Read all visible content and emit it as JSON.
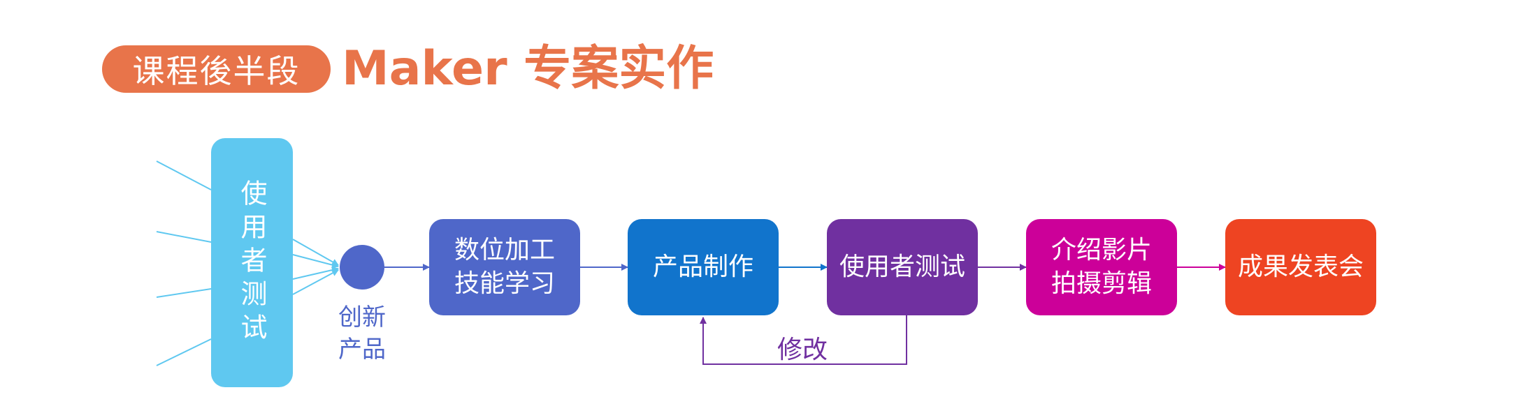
{
  "header": {
    "pill_label": "课程後半段",
    "title": "Maker 专案实作"
  },
  "input_box": {
    "label": "使用者测试",
    "color": "#5fc8f0"
  },
  "node": {
    "label": "创新\n产品",
    "color": "#4f67c9"
  },
  "steps": [
    {
      "label": "数位加工\n技能学习",
      "color": "#4f67c9"
    },
    {
      "label": "产品制作",
      "color": "#1174cc"
    },
    {
      "label": "使用者测试",
      "color": "#7030a0"
    },
    {
      "label": "介绍影片\n拍摄剪辑",
      "color": "#cc0099"
    },
    {
      "label": "成果发表会",
      "color": "#ee4422"
    }
  ],
  "loop": {
    "label": "修改",
    "color": "#7030a0"
  },
  "colors": {
    "accent": "#e8744a",
    "fan_lines": "#5fc8f0"
  }
}
